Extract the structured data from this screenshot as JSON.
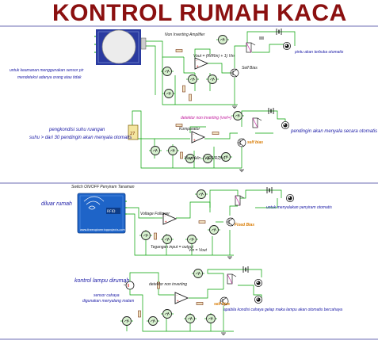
{
  "title": "KONTROL RUMAH KACA",
  "colors": {
    "title": "#8b1010",
    "wire": "#00a000",
    "label": "#1a1aa6",
    "meter": "#d8f2d0",
    "relay": "#c0189c",
    "transistor_label": "#d87a00",
    "rfid_board": "#1e64c8",
    "pir_board": "#2a3aa0",
    "frame_line": "#3a3a9a"
  },
  "section1": {
    "note_line1": "untuk keamanan menggunakan sensor pir",
    "note_line2": "mendeteksi adanya orang atau tidak",
    "amp_label": "Non Inverting Amplifier",
    "formula": "Vout = (Rf/Rin) + 1) Vin",
    "transistor": "Self Bias",
    "output_note": "pintu akan terbuka otomatis"
  },
  "section2": {
    "note_line1": "pengkondisi suhu ruangan",
    "note_line2": "suhu > dari 30 pendingin akan menyala otomatis",
    "amp_label": "detektor non inverting (vref+)",
    "opamp_label": "Komparator",
    "formula_left": "Vout=Vin",
    "formula_right": "V(R1/R2)+1",
    "transistor": "self bias",
    "output_note": "pendingin akan menyala secara otomatis"
  },
  "section3": {
    "switch_label": "Switch ON/OFF Penyiram Tanaman",
    "location": "diluar rumah",
    "amp_label": "Voltage Follower",
    "amp_note": "Tegangan input = output",
    "formula": "Vin = Vout",
    "transistor": "Fixed Bias",
    "output_note": "untuk menyalakan penyiram otomatis",
    "board_url": "www.theengineeringprojects.com"
  },
  "section4": {
    "title": "kontrol lampu dirumah",
    "note_line1": "sensor cahaya",
    "note_line2": "digunakan menyalang malam",
    "amp_label": "detektor non inverting",
    "transistor": "self bias",
    "output_note": "apabila kondisi cahaya gelap maka lampu akan otomatis bercahaya"
  }
}
